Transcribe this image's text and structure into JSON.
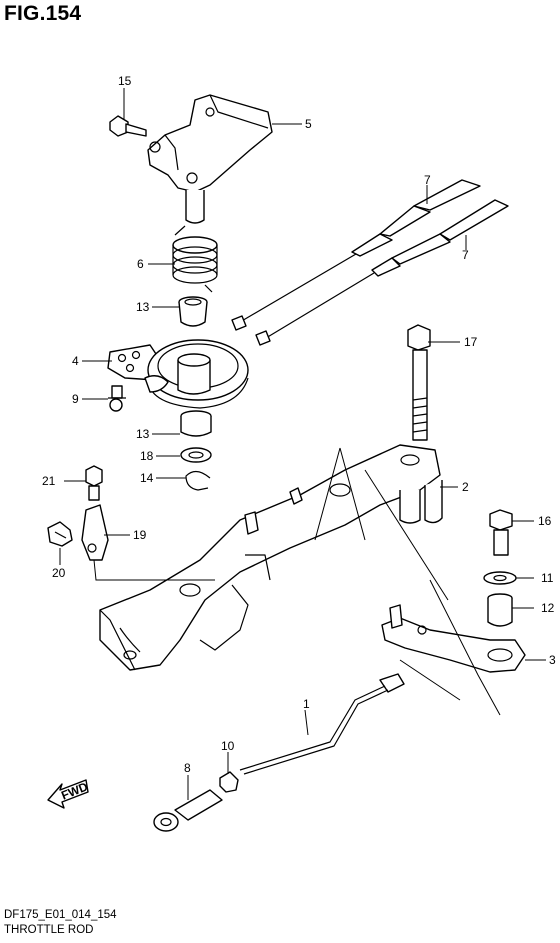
{
  "figure": {
    "title": "FIG.154",
    "code": "DF175_E01_014_154",
    "name": "THROTTLE ROD",
    "fwd_label": "FWD"
  },
  "callouts": [
    {
      "id": "c1",
      "label": "1"
    },
    {
      "id": "c2",
      "label": "2"
    },
    {
      "id": "c3",
      "label": "3"
    },
    {
      "id": "c4",
      "label": "4"
    },
    {
      "id": "c5",
      "label": "5"
    },
    {
      "id": "c6",
      "label": "6"
    },
    {
      "id": "c7a",
      "label": "7"
    },
    {
      "id": "c7b",
      "label": "7"
    },
    {
      "id": "c8",
      "label": "8"
    },
    {
      "id": "c9",
      "label": "9"
    },
    {
      "id": "c10",
      "label": "10"
    },
    {
      "id": "c11",
      "label": "11"
    },
    {
      "id": "c12",
      "label": "12"
    },
    {
      "id": "c13a",
      "label": "13"
    },
    {
      "id": "c13b",
      "label": "13"
    },
    {
      "id": "c14",
      "label": "14"
    },
    {
      "id": "c15",
      "label": "15"
    },
    {
      "id": "c16",
      "label": "16"
    },
    {
      "id": "c17",
      "label": "17"
    },
    {
      "id": "c18",
      "label": "18"
    },
    {
      "id": "c19",
      "label": "19"
    },
    {
      "id": "c20",
      "label": "20"
    },
    {
      "id": "c21",
      "label": "21"
    }
  ]
}
